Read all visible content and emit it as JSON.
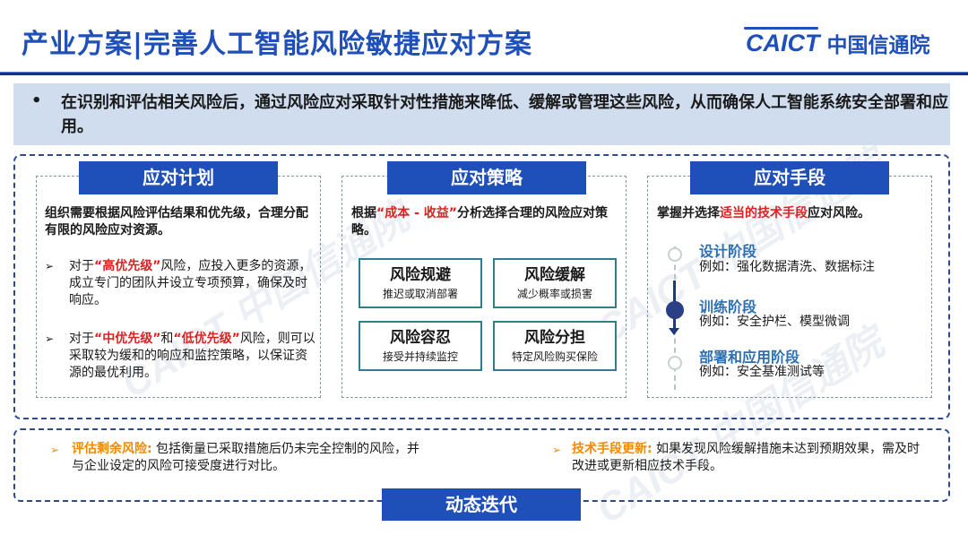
{
  "header": {
    "title": "产业方案|完善人工智能风险敏捷应对方案",
    "logo_en": "CAICT",
    "logo_cn": "中国信通院"
  },
  "banner": {
    "bullet": "•",
    "text": "在识别和评估相关风险后，通过风险应对采取针对性措施来降低、缓解或管理这些风险，从而确保人工智能系统安全部署和应用。"
  },
  "plan": {
    "heading": "应对计划",
    "intro": "组织需要根据风险评估结果和优先级，合理分配有限的风险应对资源。",
    "bullet_marker": "➢",
    "b1_prefix": "对于",
    "b1_highlight": "“高优先级”",
    "b1_rest": "风险，应投入更多的资源，成立专门的团队并设立专项预算，确保及时响应。",
    "b2_prefix": "对于",
    "b2_highlight1": "“中优先级”",
    "b2_mid": "和",
    "b2_highlight2": "“低优先级”",
    "b2_rest": "风险，则可以采取较为缓和的响应和监控策略，以保证资源的最优利用。"
  },
  "strategy": {
    "heading": "应对策略",
    "intro_prefix": "根据",
    "intro_highlight": "“成本 - 收益”",
    "intro_rest": "分析选择合理的风险应对策略。",
    "cards": [
      {
        "title": "风险规避",
        "sub": "推迟或取消部署"
      },
      {
        "title": "风险缓解",
        "sub": "减少概率或损害"
      },
      {
        "title": "风险容忍",
        "sub": "接受并持续监控"
      },
      {
        "title": "风险分担",
        "sub": "特定风险购买保险"
      }
    ]
  },
  "means": {
    "heading": "应对手段",
    "intro_prefix": "掌握并选择",
    "intro_highlight": "适当的技术手段",
    "intro_rest": "应对风险。",
    "stages": [
      {
        "title": "设计阶段",
        "example": "例如：强化数据清洗、数据标注"
      },
      {
        "title": "训练阶段",
        "example": "例如：安全护栏、模型微调"
      },
      {
        "title": "部署和应用阶段",
        "example": "例如：安全基准测试等"
      }
    ]
  },
  "bottom": {
    "marker": "➢",
    "left_label": "评估剩余风险:",
    "left_text": " 包括衡量已采取措施后仍未完全控制的风险，并与企业设定的风险可接受度进行对比。",
    "right_label": "技术手段更新:",
    "right_text": " 如果发现风险缓解措施未达到预期效果，需及时改进或更新相应技术手段。",
    "iteration_label": "动态迭代"
  },
  "colors": {
    "brand_blue": "#1f4fb8",
    "navy_rule": "#16318a",
    "banner_bg": "#d0ddef",
    "highlight_red": "#e02020",
    "highlight_orange": "#f08a00",
    "card_border": "#2f7f8c",
    "stage_title": "#2f6fb0"
  }
}
